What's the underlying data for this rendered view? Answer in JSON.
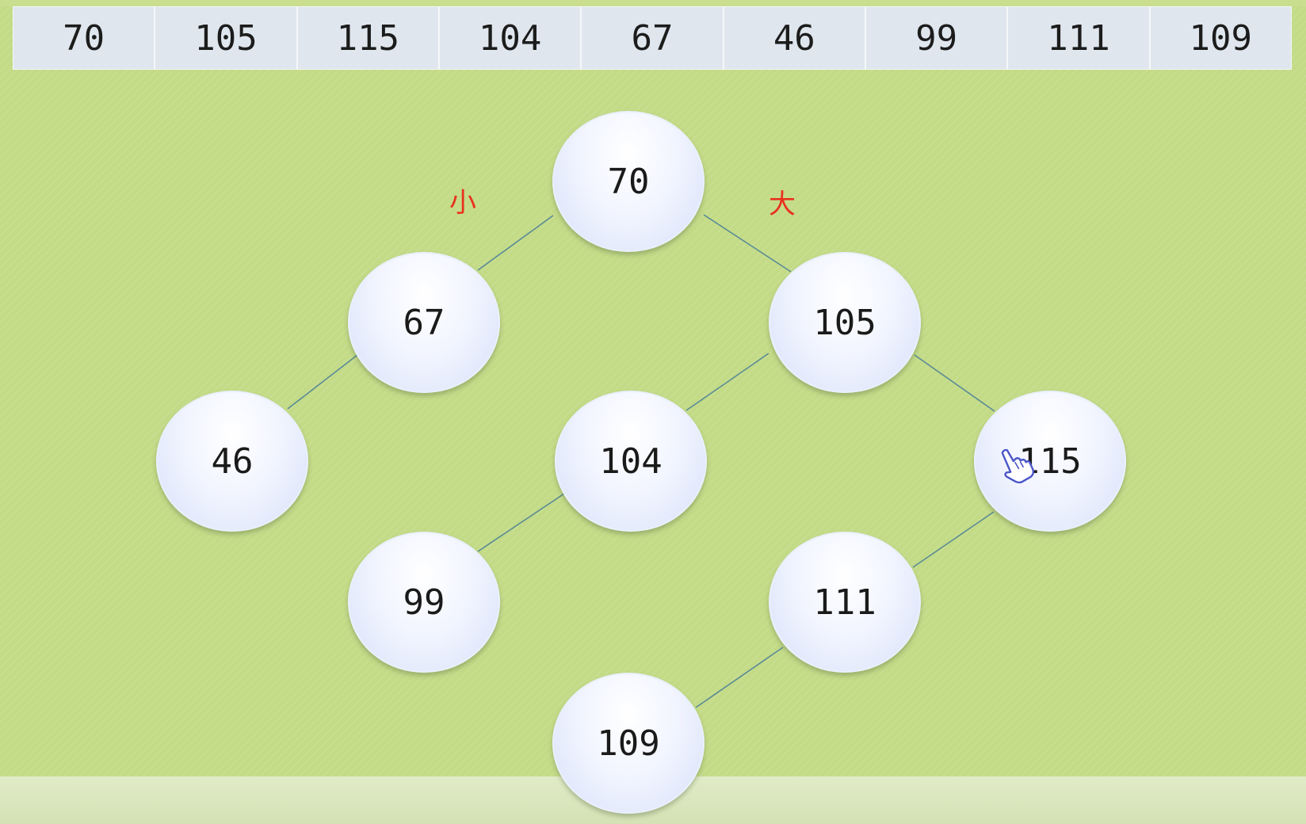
{
  "array": [
    "70",
    "105",
    "115",
    "104",
    "67",
    "46",
    "99",
    "111",
    "109"
  ],
  "labels": {
    "left": "小",
    "right": "大"
  },
  "tree": {
    "root": "70",
    "n67": "67",
    "n105": "105",
    "n46": "46",
    "n104": "104",
    "n115": "115",
    "n99": "99",
    "n111": "111",
    "n109": "109"
  },
  "colors": {
    "background": "#c3db87",
    "node_fill": "#e6ecfb",
    "edge": "#5a8a96",
    "label": "#e8321e"
  },
  "icons": {
    "cursor": "hand-pointer-icon"
  }
}
